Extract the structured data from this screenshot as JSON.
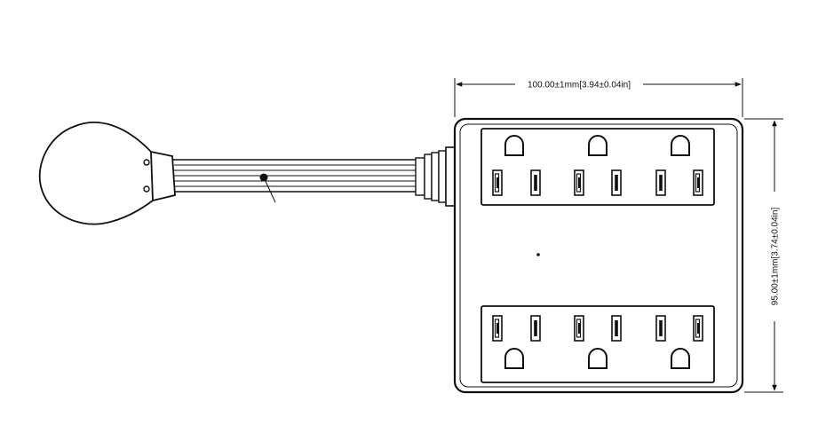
{
  "dimensions": {
    "width_label": "100.00±1mm[3.94±0.04in]",
    "height_label": "95.00±1mm[3.74±0.04in]"
  },
  "device": {
    "outlet_count": 6
  }
}
